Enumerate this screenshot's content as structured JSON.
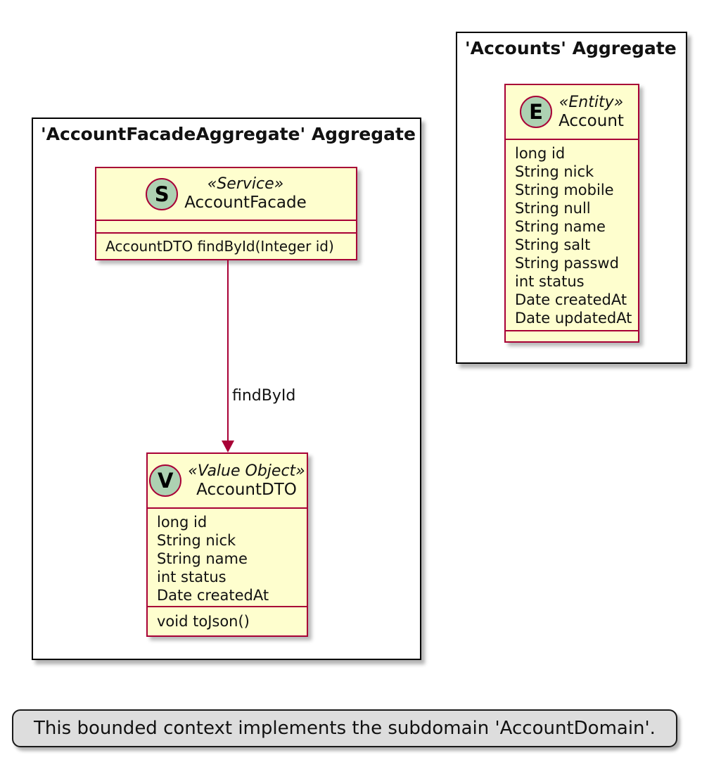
{
  "diagram": {
    "packages": [
      {
        "title": "'AccountFacadeAggregate' Aggregate"
      },
      {
        "title": "'Accounts' Aggregate"
      }
    ],
    "classes": {
      "accountFacade": {
        "letter": "S",
        "stereotype": "«Service»",
        "name": "AccountFacade",
        "fields": [],
        "methods": [
          "AccountDTO findById(Integer id)"
        ]
      },
      "accountDTO": {
        "letter": "V",
        "stereotype": "«Value Object»",
        "name": "AccountDTO",
        "fields": [
          "long id",
          "String nick",
          "String name",
          "int status",
          "Date createdAt"
        ],
        "methods": [
          "void toJson()"
        ]
      },
      "account": {
        "letter": "E",
        "stereotype": "«Entity»",
        "name": "Account",
        "fields": [
          "long id",
          "String nick",
          "String mobile",
          "String null",
          "String name",
          "String salt",
          "String passwd",
          "int status",
          "Date createdAt",
          "Date updatedAt"
        ],
        "methods": []
      }
    },
    "arrow": {
      "label": "findById"
    },
    "note": {
      "text": "This bounded context implements the subdomain 'AccountDomain'."
    },
    "colors": {
      "classFill": "#FEFECE",
      "classBorder": "#A80036",
      "spotFill": "#ADD1B2",
      "packageBorder": "#000000",
      "noteFill": "#DDDDDD",
      "textColor": "#111111"
    }
  }
}
